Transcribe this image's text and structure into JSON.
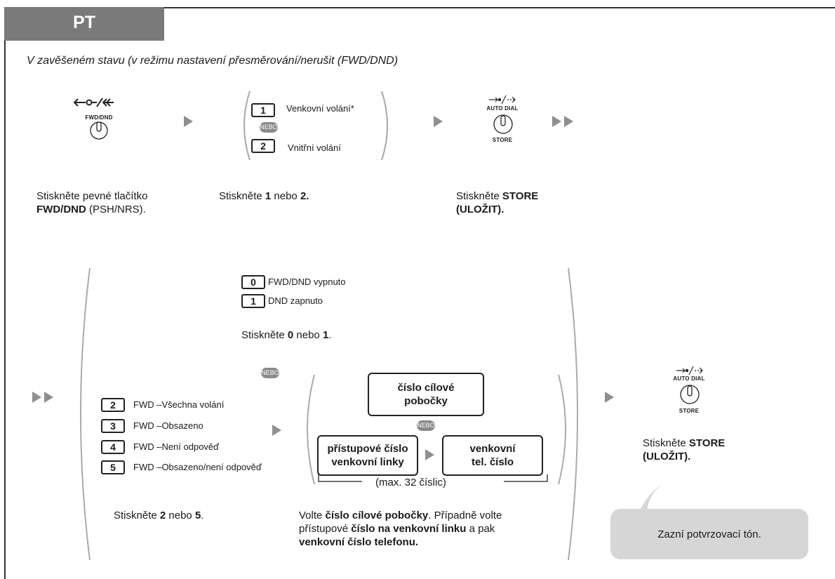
{
  "header": {
    "tab_label": "PT"
  },
  "intro": "V zavěšeném stavu (v režimu nastavení přesměrování/nerušit (FWD/DND)",
  "step1": {
    "button_label": "FWD/DND",
    "caption_line1": "Stiskněte pevné tlačítko",
    "caption_bold": "FWD/DND",
    "caption_rest": " (PSH/NRS)."
  },
  "step2": {
    "options": [
      {
        "key": "1",
        "label": "Venkovní volání*"
      },
      {
        "key": "2",
        "label": "Vnitřní volání"
      }
    ],
    "or_badge": "NEBO",
    "caption_a": "Stiskněte ",
    "caption_k1": "1",
    "caption_b": " nebo ",
    "caption_k2": "2."
  },
  "step3": {
    "top_label": "AUTO DIAL",
    "bottom_label": "STORE",
    "caption_a": "Stiskněte ",
    "caption_bold1": "STORE",
    "caption_bold2": "(ULOŽIT)."
  },
  "mode_options": [
    {
      "key": "0",
      "label": "FWD/DND vypnuto"
    },
    {
      "key": "1",
      "label": "DND zapnuto"
    }
  ],
  "mode_caption": {
    "a": "Stiskněte ",
    "k1": "0",
    "b": " nebo ",
    "k2": "1",
    "c": "."
  },
  "or_badge_mid": "NEBO",
  "fwd_options": [
    {
      "key": "2",
      "label": "FWD –Všechna volání"
    },
    {
      "key": "3",
      "label": "FWD –Obsazeno"
    },
    {
      "key": "4",
      "label": "FWD –Není odpověď"
    },
    {
      "key": "5",
      "label": "FWD –Obsazeno/není odpověď"
    }
  ],
  "fwd_caption": {
    "a": "Stiskněte ",
    "k1": "2",
    "b": " nebo ",
    "k2": "5",
    "c": "."
  },
  "destination": {
    "ext_box_line1": "číslo cílové",
    "ext_box_line2": "pobočky",
    "or_badge": "NEBO",
    "line_access_line1": "přístupové číslo",
    "line_access_line2": "venkovní linky",
    "outside_line1": "venkovní",
    "outside_line2": "tel. číslo",
    "max_digits": "(max. 32 číslic)",
    "caption_a": "Volte ",
    "caption_b1": "číslo cílové pobočky",
    "caption_c": ". Případně volte",
    "caption_d": "přístupové ",
    "caption_b2": "číslo na venkovní linku",
    "caption_e": " a pak",
    "caption_b3": "venkovní číslo telefonu."
  },
  "step_final": {
    "top_label": "AUTO DIAL",
    "bottom_label": "STORE",
    "caption_a": "Stiskněte ",
    "caption_bold1": "STORE",
    "caption_bold2": "(ULOŽIT)."
  },
  "confirm_bubble": "Zazní potvrzovací tón."
}
